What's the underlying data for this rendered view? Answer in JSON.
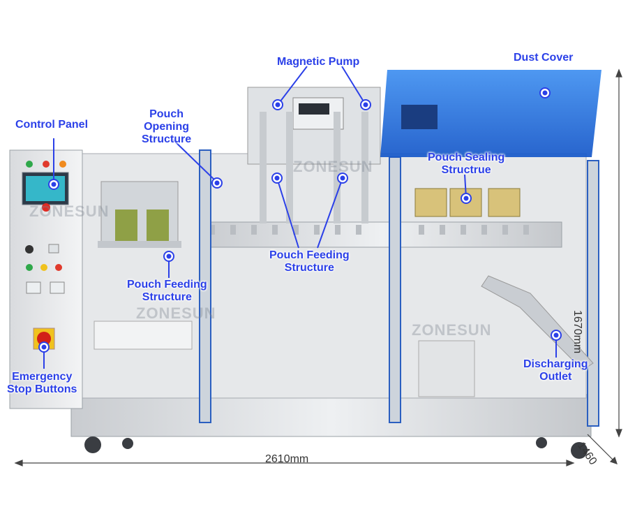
{
  "labels": {
    "magnetic_pump": "Magnetic Pump",
    "dust_cover": "Dust Cover",
    "control_panel": "Control Panel",
    "pouch_opening": [
      "Pouch",
      "Opening",
      "Structure"
    ],
    "pouch_sealing": [
      "Pouch Sealing",
      "Structrue"
    ],
    "pouch_feeding_center": [
      "Pouch Feeding",
      "Structure"
    ],
    "pouch_feeding_left": [
      "Pouch Feeding",
      "Structure"
    ],
    "emergency_stop": [
      "Emergency",
      "Stop Buttons"
    ],
    "discharging_outlet": [
      "Discharging",
      "Outlet"
    ]
  },
  "dimensions": {
    "width": "2610mm",
    "height": "1670mm",
    "depth": "1460"
  },
  "watermark": "ZONESUN",
  "colors": {
    "label": "#2b40e8",
    "marker": "#2b40e8",
    "dust_cover": "#1f6fe0",
    "frame": "#d7d9dc"
  }
}
